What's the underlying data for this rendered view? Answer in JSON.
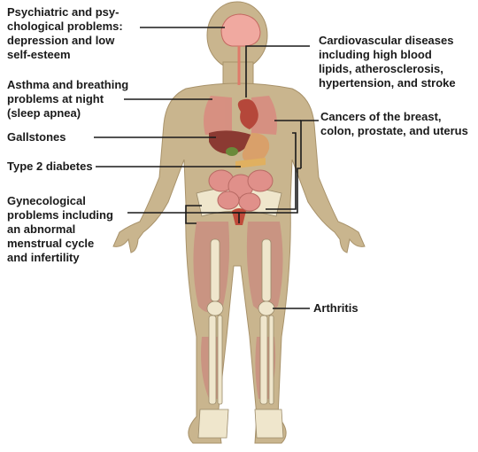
{
  "labels": {
    "psychiatric": [
      "Psychiatric and psy-",
      "chological problems:",
      "depression and low",
      "self-esteem"
    ],
    "cardiovascular": [
      "Cardiovascular diseases",
      "including high blood",
      "lipids, atherosclerosis,",
      "hypertension, and stroke"
    ],
    "asthma": [
      "Asthma and breathing",
      "problems at night",
      "(sleep apnea)"
    ],
    "cancers": [
      "Cancers of the breast,",
      "colon, prostate, and uterus"
    ],
    "gallstones": [
      "Gallstones"
    ],
    "diabetes": [
      "Type 2 diabetes"
    ],
    "gynecological": [
      "Gynecological",
      "problems including",
      "an abnormal",
      "menstrual cycle",
      "and infertility"
    ],
    "arthritis": [
      "Arthritis"
    ]
  },
  "colors": {
    "body": "#c9b58e",
    "body_edge": "#a8926a",
    "muscle": "#c98a7e",
    "bone": "#efe6cc",
    "organ": "#c86a5a",
    "brain": "#f0a9a0",
    "liver": "#8b3a32",
    "leader_line": "#1a1a1a"
  }
}
